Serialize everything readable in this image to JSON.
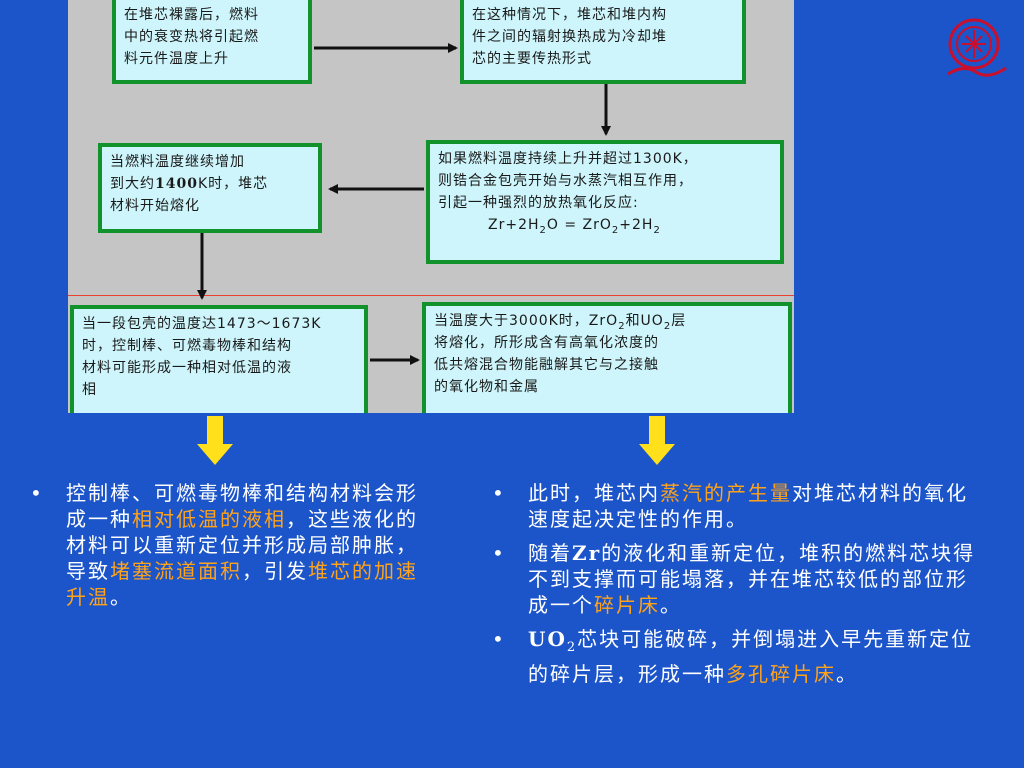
{
  "diagram": {
    "box1": [
      "在堆芯裸露后，燃料",
      "中的衰变热将引起燃",
      "料元件温度上升"
    ],
    "box2": [
      "在这种情况下，堆芯和堆内构",
      "件之间的辐射换热成为冷却堆",
      "芯的主要传热形式"
    ],
    "box3": {
      "line1": "当燃料温度继续增加",
      "line2_pre": "到大约",
      "line2_num": "1400",
      "line2_post": "K时，堆芯",
      "line3": "材料开始熔化"
    },
    "box4": {
      "lines": [
        "如果燃料温度持续上升并超过1300K，",
        "则锆合金包壳开始与水蒸汽相互作用，",
        "引起一种强烈的放热氧化反应:"
      ],
      "eq_a": "Zr+2H",
      "eq_b": "2",
      "eq_c": "O = ZrO",
      "eq_d": "2",
      "eq_e": "+2H",
      "eq_f": "2"
    },
    "box5": [
      "当一段包壳的温度达1473～1673K",
      "时，控制棒、可燃毒物棒和结构",
      "材料可能形成一种相对低温的液",
      "相"
    ],
    "box6": {
      "l1a": "当温度大于3000K时，ZrO",
      "l1b": "2",
      "l1c": "和UO",
      "l1d": "2",
      "l1e": "层",
      "lines": [
        "将熔化，所形成含有高氧化浓度的",
        "低共熔混合物能融解其它与之接触",
        "的氧化物和金属"
      ]
    }
  },
  "left_col": {
    "t1": "控制棒、可燃毒物棒和结构材料会形成一种",
    "h1": "相对低温的液相",
    "t2": "，这些液化的材料可以重新定位并形成局部肿胀，导致",
    "h2": "堵塞流道面积",
    "t3": "，引发",
    "h3": "堆芯的加速升温",
    "t4": "。"
  },
  "right_col": {
    "b1": {
      "t1": "此时，堆芯内",
      "h1": "蒸汽的产生量",
      "t2": "对堆芯材料的氧化速度起决定性的作用。"
    },
    "b2": {
      "t1": "随着",
      "zr": "Zr",
      "t2": "的液化和重新定位，堆积的燃料芯块得不到支撑而可能塌落，并在堆芯较低的部位形成一个",
      "h1": "碎片床",
      "t3": "。"
    },
    "b3": {
      "uo": "UO",
      "sub": "2",
      "t1": "芯块可能破碎，并倒塌进入早先重新定位的碎片层，形成一种",
      "h1": "多孔碎片床",
      "t2": "。"
    }
  },
  "colors": {
    "background": "#1c55c9",
    "highlight": "#ffa31a",
    "box_fill": "#cdf5fb",
    "box_border": "#12922b",
    "yellow_arrow": "#ffe01a"
  },
  "icons": {
    "logo": "university-seal-icon",
    "down_arrow": "yellow-down-arrow-icon"
  }
}
